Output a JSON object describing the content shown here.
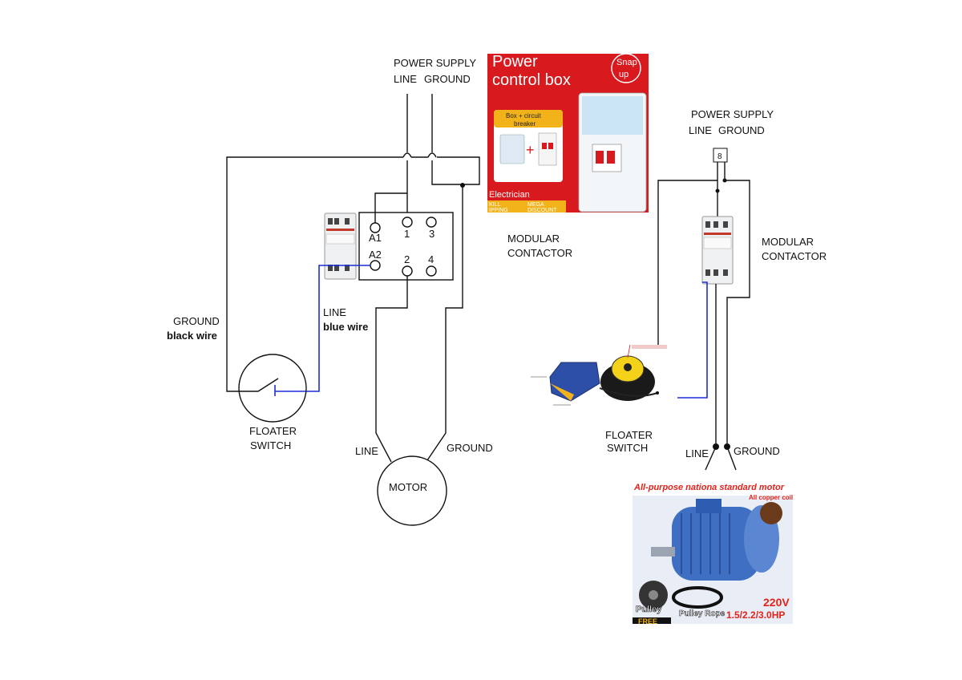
{
  "left": {
    "power_supply": {
      "title": "POWER SUPPLY",
      "line": "LINE",
      "ground": "GROUND"
    },
    "terminals": {
      "a1": "A1",
      "a2": "A2",
      "t1": "1",
      "t2": "2",
      "t3": "3",
      "t4": "4"
    },
    "contactor_label": [
      "MODULAR",
      "CONTACTOR"
    ],
    "ground_wire": [
      "GROUND",
      "black wire"
    ],
    "line_wire": [
      "LINE",
      "blue wire"
    ],
    "floater_switch": [
      "FLOATER",
      "SWITCH"
    ],
    "motor": {
      "label": "MOTOR",
      "line": "LINE",
      "ground": "GROUND"
    }
  },
  "ad_power_box": {
    "title_line1": "Power",
    "title_line2": "control box",
    "badge_line1": "Snap",
    "badge_line2": "up",
    "box_caption_line1": "Box + circuit",
    "box_caption_line2": "breaker",
    "plus": "+",
    "footer_left": "Electrician",
    "footer_shipping": "KILL",
    "footer_shipping2": "IPPING",
    "footer_mega": "MEGA",
    "footer_discount": "DISCOUNT",
    "colors": {
      "bg": "#d8191e",
      "gold": "#f2b21a"
    }
  },
  "right": {
    "power_supply": {
      "title": "POWER SUPPLY",
      "line": "LINE",
      "ground": "GROUND"
    },
    "plug_symbol": "8",
    "contactor_label": [
      "MODULAR",
      "CONTACTOR"
    ],
    "floater_switch": [
      "FLOATER",
      "SWITCH"
    ],
    "motor": {
      "line": "LINE",
      "ground": "GROUND"
    }
  },
  "ad_motor": {
    "headline": "All-purpose nationa standard motor",
    "sub": "All copper coil",
    "voltage": "220V",
    "power": "1.5/2.2/3.0HP",
    "pulley": "Pulley",
    "pulley_rope": "Pulley Rope",
    "free": "FREE",
    "colors": {
      "headline": "#e3231b",
      "motor": "#3e6fc2",
      "power": "#e3231b"
    }
  },
  "colors": {
    "blue_wire": "#1c2fd6",
    "black_wire": "#111111"
  }
}
